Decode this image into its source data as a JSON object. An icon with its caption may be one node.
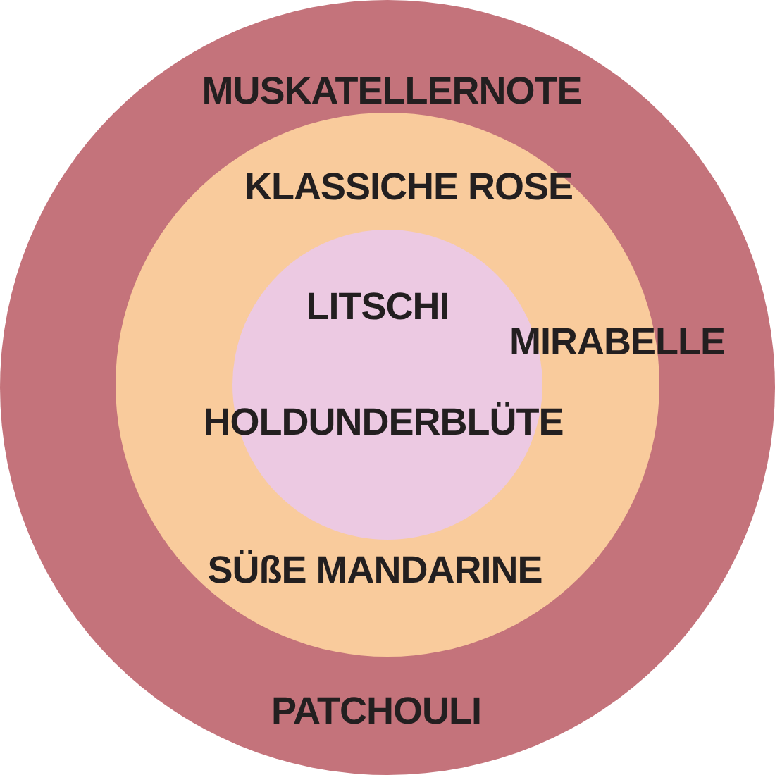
{
  "diagram": {
    "nodes": [
      {
        "text": [
          "MUSKATELLERNOTE",
          "PATCHOULI"
        ]
      },
      {
        "text": [
          "KLASSICHE ROSE",
          "MIRABELLE",
          "SÜßE MANDARINE"
        ],
        "in": 0
      },
      {
        "text": [
          "LITSCHI",
          "HOLDUNDERBLÜTE"
        ],
        "in": 1
      }
    ]
  }
}
